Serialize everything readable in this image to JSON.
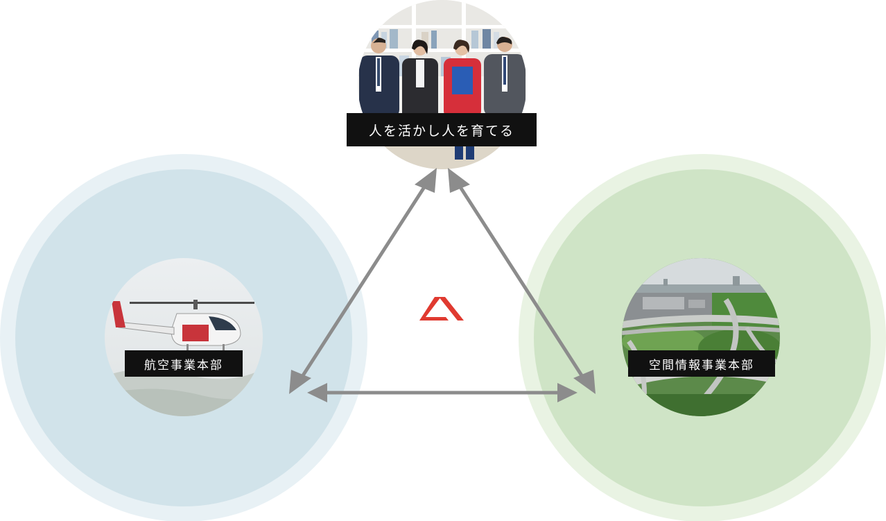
{
  "nodes": {
    "top": {
      "label": "人を活かし人を育てる",
      "image": "staff-photo"
    },
    "left": {
      "label": "航空事業本部",
      "image": "helicopter-photo"
    },
    "right": {
      "label": "空間情報事業本部",
      "image": "highway-aerial-photo"
    }
  },
  "colors": {
    "left_outer": "#e8f1f5",
    "left_inner": "#d1e3ea",
    "right_outer": "#e9f3e3",
    "right_inner": "#cfe4c6",
    "arrow": "#8c8c8c",
    "logo": "#e03a30",
    "label_bg": "#111111",
    "label_text": "#ffffff"
  },
  "icons": {
    "center": "company-logo-icon",
    "arrowheads": "arrow-head-icon"
  }
}
